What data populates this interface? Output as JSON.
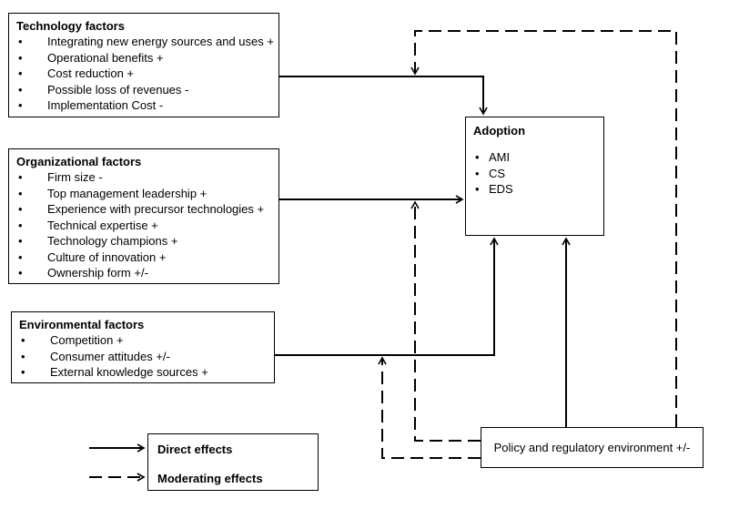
{
  "technology": {
    "title": "Technology factors",
    "items": [
      "Integrating new energy sources and uses +",
      "Operational benefits +",
      "Cost reduction +",
      "Possible loss of revenues -",
      "Implementation Cost -"
    ]
  },
  "organizational": {
    "title": "Organizational factors",
    "items": [
      "Firm size -",
      "Top management leadership +",
      "Experience with precursor technologies +",
      "Technical expertise +",
      "Technology champions +",
      "Culture of innovation +",
      "Ownership form +/-"
    ]
  },
  "environmental": {
    "title": "Environmental factors",
    "items": [
      "Competition +",
      "Consumer attitudes +/-",
      "External knowledge sources +"
    ]
  },
  "adoption": {
    "title": "Adoption",
    "items": [
      "AMI",
      "CS",
      "EDS"
    ]
  },
  "policy": {
    "label": "Policy and regulatory environment +/-"
  },
  "legend": {
    "direct": "Direct effects",
    "moderating": "Moderating effects"
  },
  "bullet": "•"
}
